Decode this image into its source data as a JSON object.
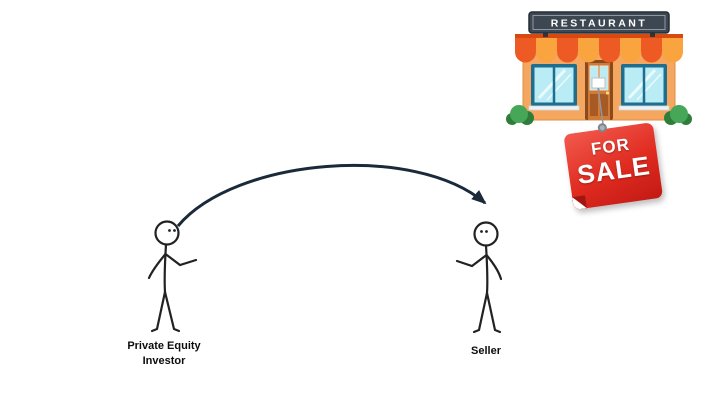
{
  "figures": {
    "investor": {
      "label": "Private Equity Investor"
    },
    "seller": {
      "label": "Seller"
    }
  },
  "arrow": {
    "direction": "investor-to-seller",
    "color": "#1b2a3a"
  },
  "restaurant": {
    "sign_text": "RESTAURANT",
    "colors": {
      "sign_board": "#3d4751",
      "awning_red": "#ee5a24",
      "awning_orange": "#faa440",
      "wall": "#f5a75f",
      "window_glass": "#b9ecf5",
      "door": "#cf7a36",
      "bush_green": "#46a758"
    }
  },
  "for_sale_sign": {
    "line1": "FOR",
    "line2": "SALE",
    "color": "#e02b20",
    "text_color": "#ffffff"
  }
}
